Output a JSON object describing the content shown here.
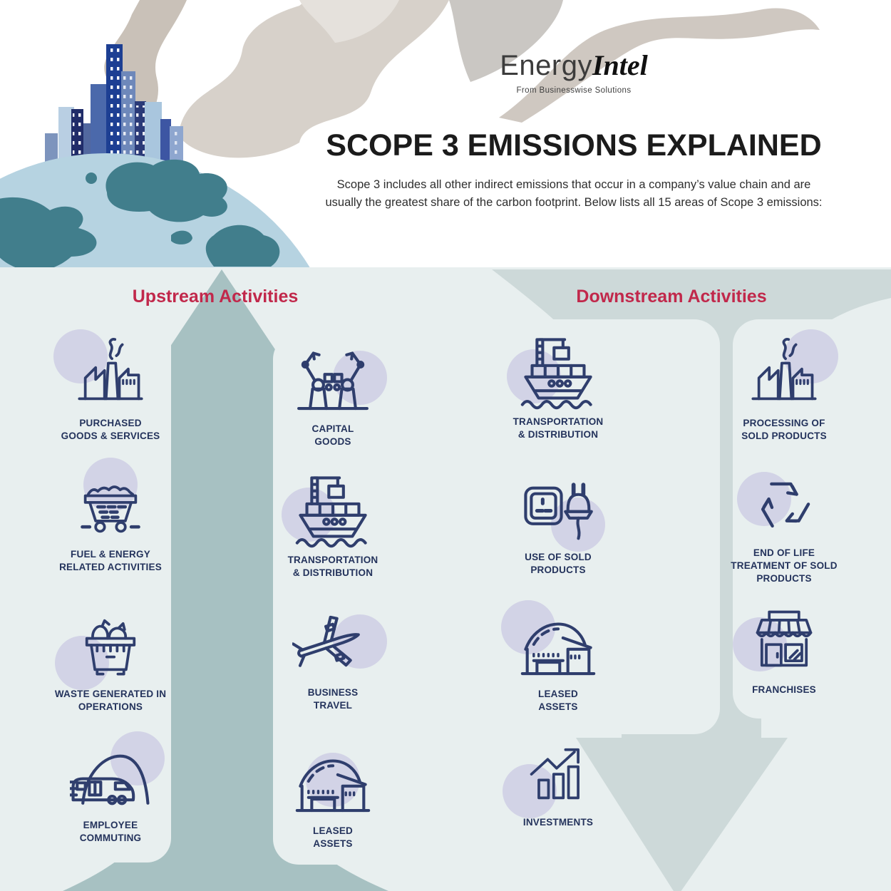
{
  "brand": {
    "name_light": "Energy",
    "name_bold": "Intel",
    "tagline": "From Businesswise Solutions"
  },
  "header": {
    "title": "SCOPE 3 EMISSIONS EXPLAINED",
    "subtitle": "Scope 3 includes all other indirect emissions that occur in a company’s value chain and are usually the greatest share of the carbon footprint. Below lists all 15 areas of Scope 3 emissions:"
  },
  "groups": [
    {
      "id": "upstream",
      "label": "Upstream Activities"
    },
    {
      "id": "downstream",
      "label": "Downstream Activities"
    }
  ],
  "categories": [
    {
      "label": "PURCHASED\nGOODS & SERVICES",
      "icon": "factory-icon",
      "group": "upstream"
    },
    {
      "label": "FUEL & ENERGY\nRELATED ACTIVITIES",
      "icon": "mine-cart-icon",
      "group": "upstream"
    },
    {
      "label": "WASTE GENERATED IN\nOPERATIONS",
      "icon": "dumpster-icon",
      "group": "upstream"
    },
    {
      "label": "EMPLOYEE\nCOMMUTING",
      "icon": "train-icon",
      "group": "upstream"
    },
    {
      "label": "CAPITAL\nGOODS",
      "icon": "assembly-line-icon",
      "group": "upstream"
    },
    {
      "label": "TRANSPORTATION\n& DISTRIBUTION",
      "icon": "cargo-ship-icon",
      "group": "upstream"
    },
    {
      "label": "BUSINESS\nTRAVEL",
      "icon": "airplane-icon",
      "group": "upstream"
    },
    {
      "label": "LEASED\nASSETS",
      "icon": "warehouse-icon",
      "group": "upstream"
    },
    {
      "label": "TRANSPORTATION\n& DISTRIBUTION",
      "icon": "cargo-ship-icon",
      "group": "downstream"
    },
    {
      "label": "USE OF SOLD\nPRODUCTS",
      "icon": "plug-socket-icon",
      "group": "downstream"
    },
    {
      "label": "LEASED\nASSETS",
      "icon": "warehouse-icon",
      "group": "downstream"
    },
    {
      "label": "INVESTMENTS",
      "icon": "growth-chart-icon",
      "group": "downstream"
    },
    {
      "label": "PROCESSING OF\nSOLD PRODUCTS",
      "icon": "factory-icon",
      "group": "downstream"
    },
    {
      "label": "END OF LIFE\nTREATMENT OF SOLD\nPRODUCTS",
      "icon": "recycle-icon",
      "group": "downstream"
    },
    {
      "label": "FRANCHISES",
      "icon": "storefront-icon",
      "group": "downstream"
    }
  ],
  "colors": {
    "accent_red": "#c1284b",
    "section_bg": "#e8efef",
    "upstream_arrow": "#a7c1c2",
    "downstream_arrow": "#cdd9d9",
    "icon_navy": "#2f3e6d",
    "label_navy": "#24335c",
    "icon_accent_circle": "#d2d3e6"
  }
}
